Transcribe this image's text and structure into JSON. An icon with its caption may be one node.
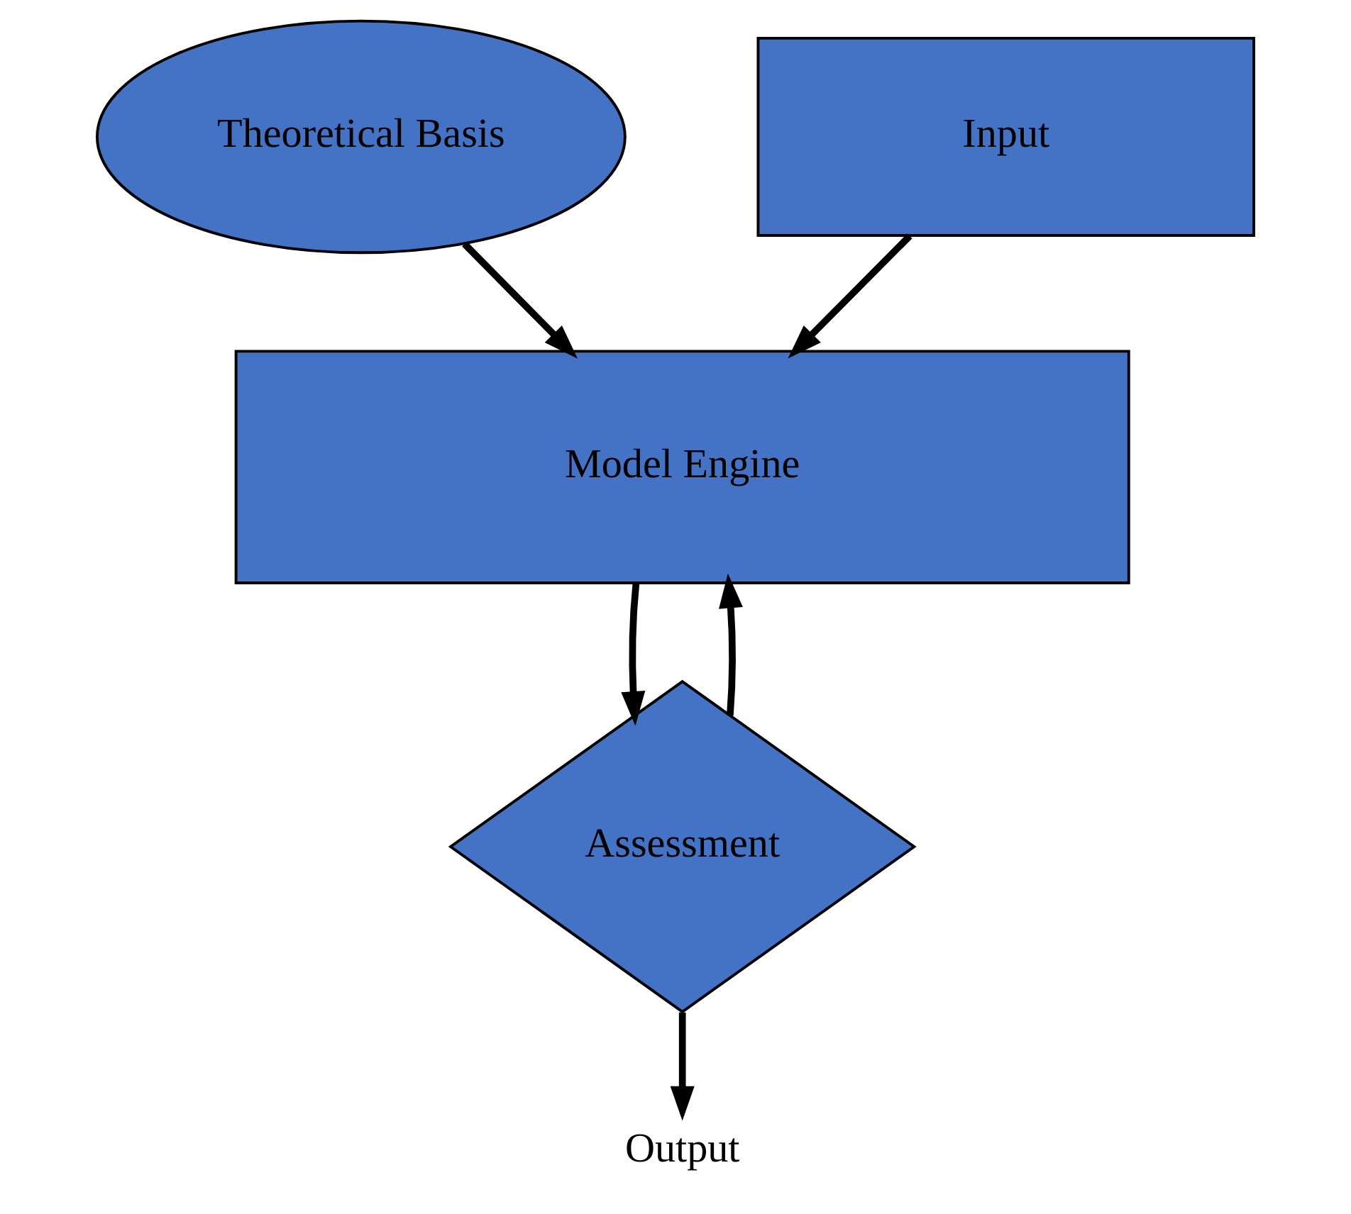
{
  "diagram": {
    "nodes": [
      {
        "text": [
          "Theoretical Basis"
        ]
      },
      {
        "text": [
          "Input"
        ]
      },
      {
        "text": [
          "Model Engine"
        ]
      },
      {
        "text": [
          "Assessment"
        ]
      },
      {
        "text": [
          "Output"
        ]
      }
    ],
    "edges": [
      {
        "from": 0,
        "to": 2,
        "arrow": "to"
      },
      {
        "from": 1,
        "to": 2,
        "arrow": "to"
      },
      {
        "from": 3,
        "to": 2,
        "arrow": "to"
      },
      {
        "from": 2,
        "to": 3,
        "arrow": "to"
      },
      {
        "from": 3,
        "to": 4,
        "arrow": "to"
      }
    ]
  }
}
